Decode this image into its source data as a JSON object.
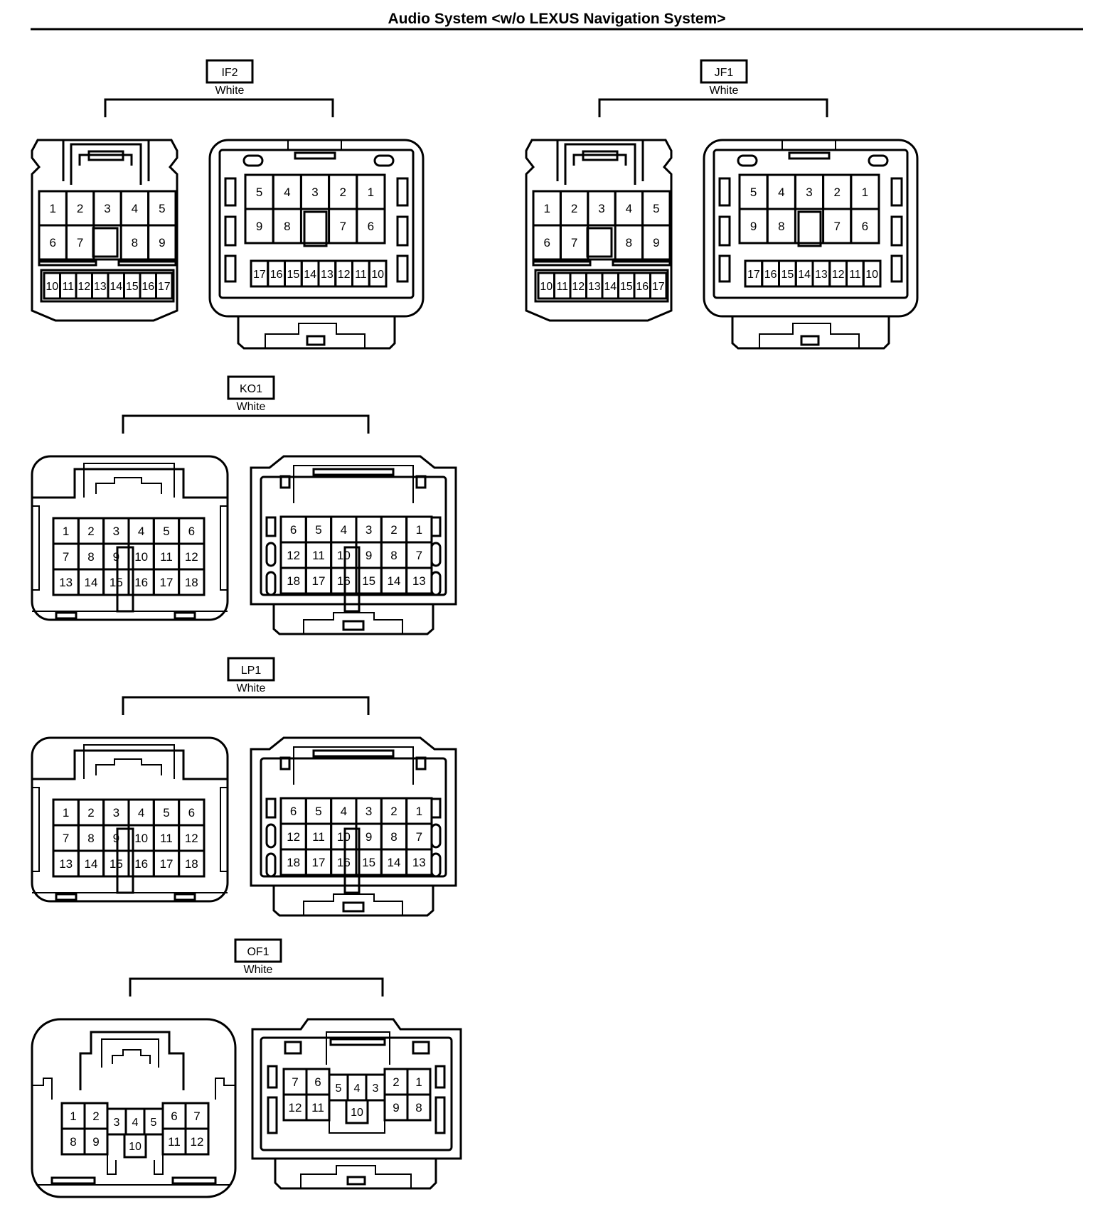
{
  "title": "Audio System <w/o LEXUS Navigation System>",
  "connectors": [
    {
      "id": "IF2",
      "color": "White",
      "style": "A",
      "left_rows": [
        [
          "1",
          "2",
          "3",
          "4",
          "5"
        ],
        [
          "6",
          "7",
          "",
          "8",
          "9"
        ]
      ],
      "left_bottom": [
        "10",
        "11",
        "12",
        "13",
        "14",
        "15",
        "16",
        "17"
      ],
      "right_rows": [
        [
          "5",
          "4",
          "3",
          "2",
          "1"
        ],
        [
          "9",
          "8",
          "",
          "7",
          "6"
        ]
      ],
      "right_bottom": [
        "17",
        "16",
        "15",
        "14",
        "13",
        "12",
        "11",
        "10"
      ]
    },
    {
      "id": "JF1",
      "color": "White",
      "style": "A",
      "left_rows": [
        [
          "1",
          "2",
          "3",
          "4",
          "5"
        ],
        [
          "6",
          "7",
          "",
          "8",
          "9"
        ]
      ],
      "left_bottom": [
        "10",
        "11",
        "12",
        "13",
        "14",
        "15",
        "16",
        "17"
      ],
      "right_rows": [
        [
          "5",
          "4",
          "3",
          "2",
          "1"
        ],
        [
          "9",
          "8",
          "",
          "7",
          "6"
        ]
      ],
      "right_bottom": [
        "17",
        "16",
        "15",
        "14",
        "13",
        "12",
        "11",
        "10"
      ]
    },
    {
      "id": "KO1",
      "color": "White",
      "style": "B",
      "left_rows": [
        [
          "1",
          "2",
          "3",
          "4",
          "5",
          "6"
        ],
        [
          "7",
          "8",
          "9",
          "10",
          "11",
          "12"
        ],
        [
          "13",
          "14",
          "15",
          "16",
          "17",
          "18"
        ]
      ],
      "right_rows": [
        [
          "6",
          "5",
          "4",
          "3",
          "2",
          "1"
        ],
        [
          "12",
          "11",
          "10",
          "9",
          "8",
          "7"
        ],
        [
          "18",
          "17",
          "16",
          "15",
          "14",
          "13"
        ]
      ]
    },
    {
      "id": "LP1",
      "color": "White",
      "style": "B",
      "left_rows": [
        [
          "1",
          "2",
          "3",
          "4",
          "5",
          "6"
        ],
        [
          "7",
          "8",
          "9",
          "10",
          "11",
          "12"
        ],
        [
          "13",
          "14",
          "15",
          "16",
          "17",
          "18"
        ]
      ],
      "right_rows": [
        [
          "6",
          "5",
          "4",
          "3",
          "2",
          "1"
        ],
        [
          "12",
          "11",
          "10",
          "9",
          "8",
          "7"
        ],
        [
          "18",
          "17",
          "16",
          "15",
          "14",
          "13"
        ]
      ]
    },
    {
      "id": "OF1",
      "color": "White",
      "style": "C",
      "left_top": [
        "1",
        "2",
        "3",
        "4",
        "5",
        "6",
        "7"
      ],
      "left_bot": [
        "8",
        "9",
        "10",
        "11",
        "12"
      ],
      "right_top": [
        "7",
        "6",
        "5",
        "4",
        "3",
        "2",
        "1"
      ],
      "right_bot": [
        "12",
        "11",
        "10",
        "9",
        "8"
      ]
    }
  ]
}
